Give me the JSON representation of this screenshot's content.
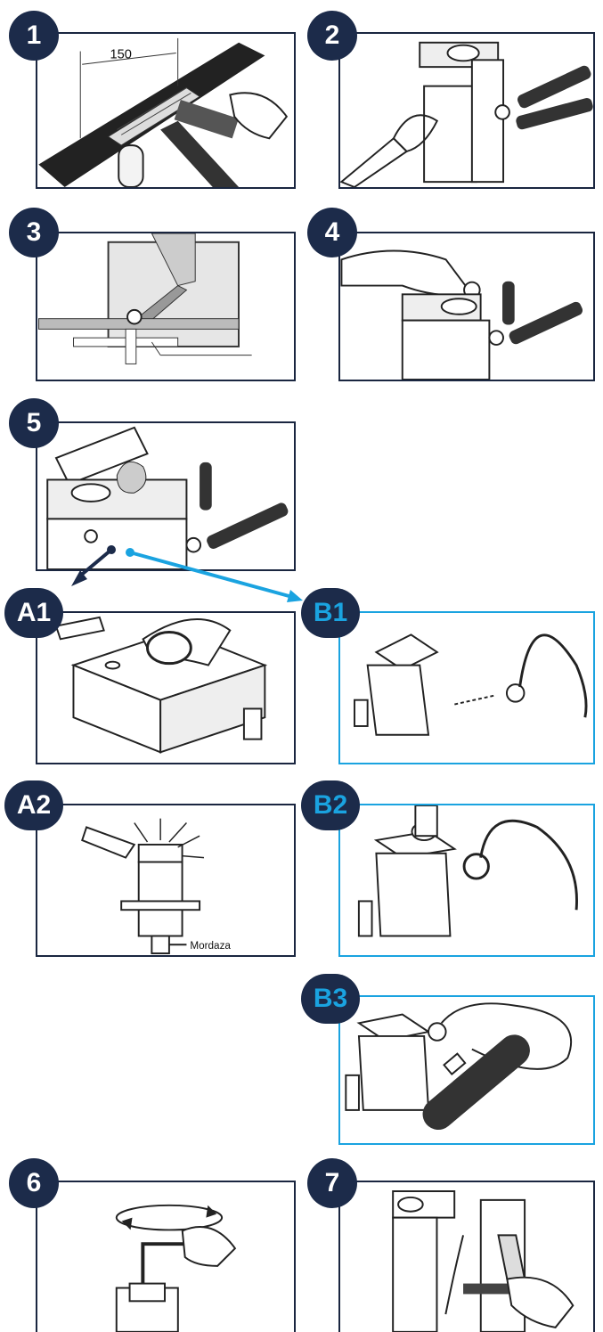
{
  "steps": {
    "s1": {
      "badge": "1",
      "measure": "150"
    },
    "s2": {
      "badge": "2"
    },
    "s3": {
      "badge": "3"
    },
    "s4": {
      "badge": "4"
    },
    "s5": {
      "badge": "5"
    },
    "a1": {
      "badge": "A1"
    },
    "a2": {
      "badge": "A2",
      "label": "Mordaza"
    },
    "b1": {
      "badge": "B1"
    },
    "b2": {
      "badge": "B2"
    },
    "b3": {
      "badge": "B3"
    },
    "s6": {
      "badge": "6"
    },
    "s7": {
      "badge": "7"
    }
  },
  "colors": {
    "navy": "#1c2b4a",
    "blue": "#1aa3e0",
    "ink": "#111111"
  }
}
